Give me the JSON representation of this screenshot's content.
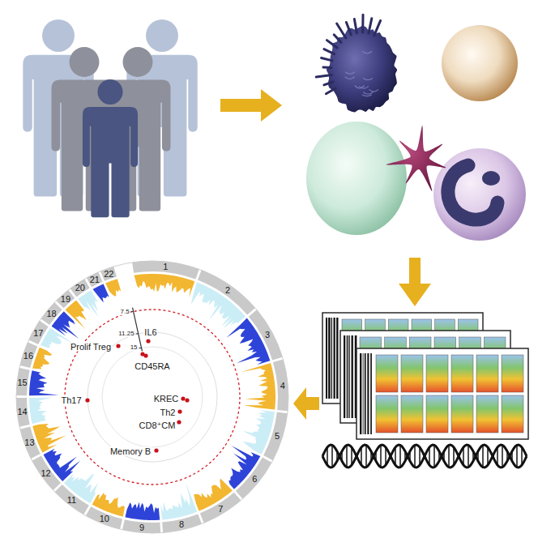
{
  "diagram": {
    "labels": [
      "1",
      "2",
      "3",
      "4",
      "5",
      "6",
      "7",
      "8",
      "9",
      "10",
      "11",
      "12",
      "13",
      "14",
      "15",
      "16",
      "17",
      "18",
      "19",
      "20",
      "21",
      "22",
      "7.5",
      "11.25",
      "15",
      "IL6",
      "CD45RA",
      "Prolif Treg",
      "Th17",
      "KREC",
      "Th2",
      "CD8⁺CM",
      "Memory B"
    ]
  }
}
